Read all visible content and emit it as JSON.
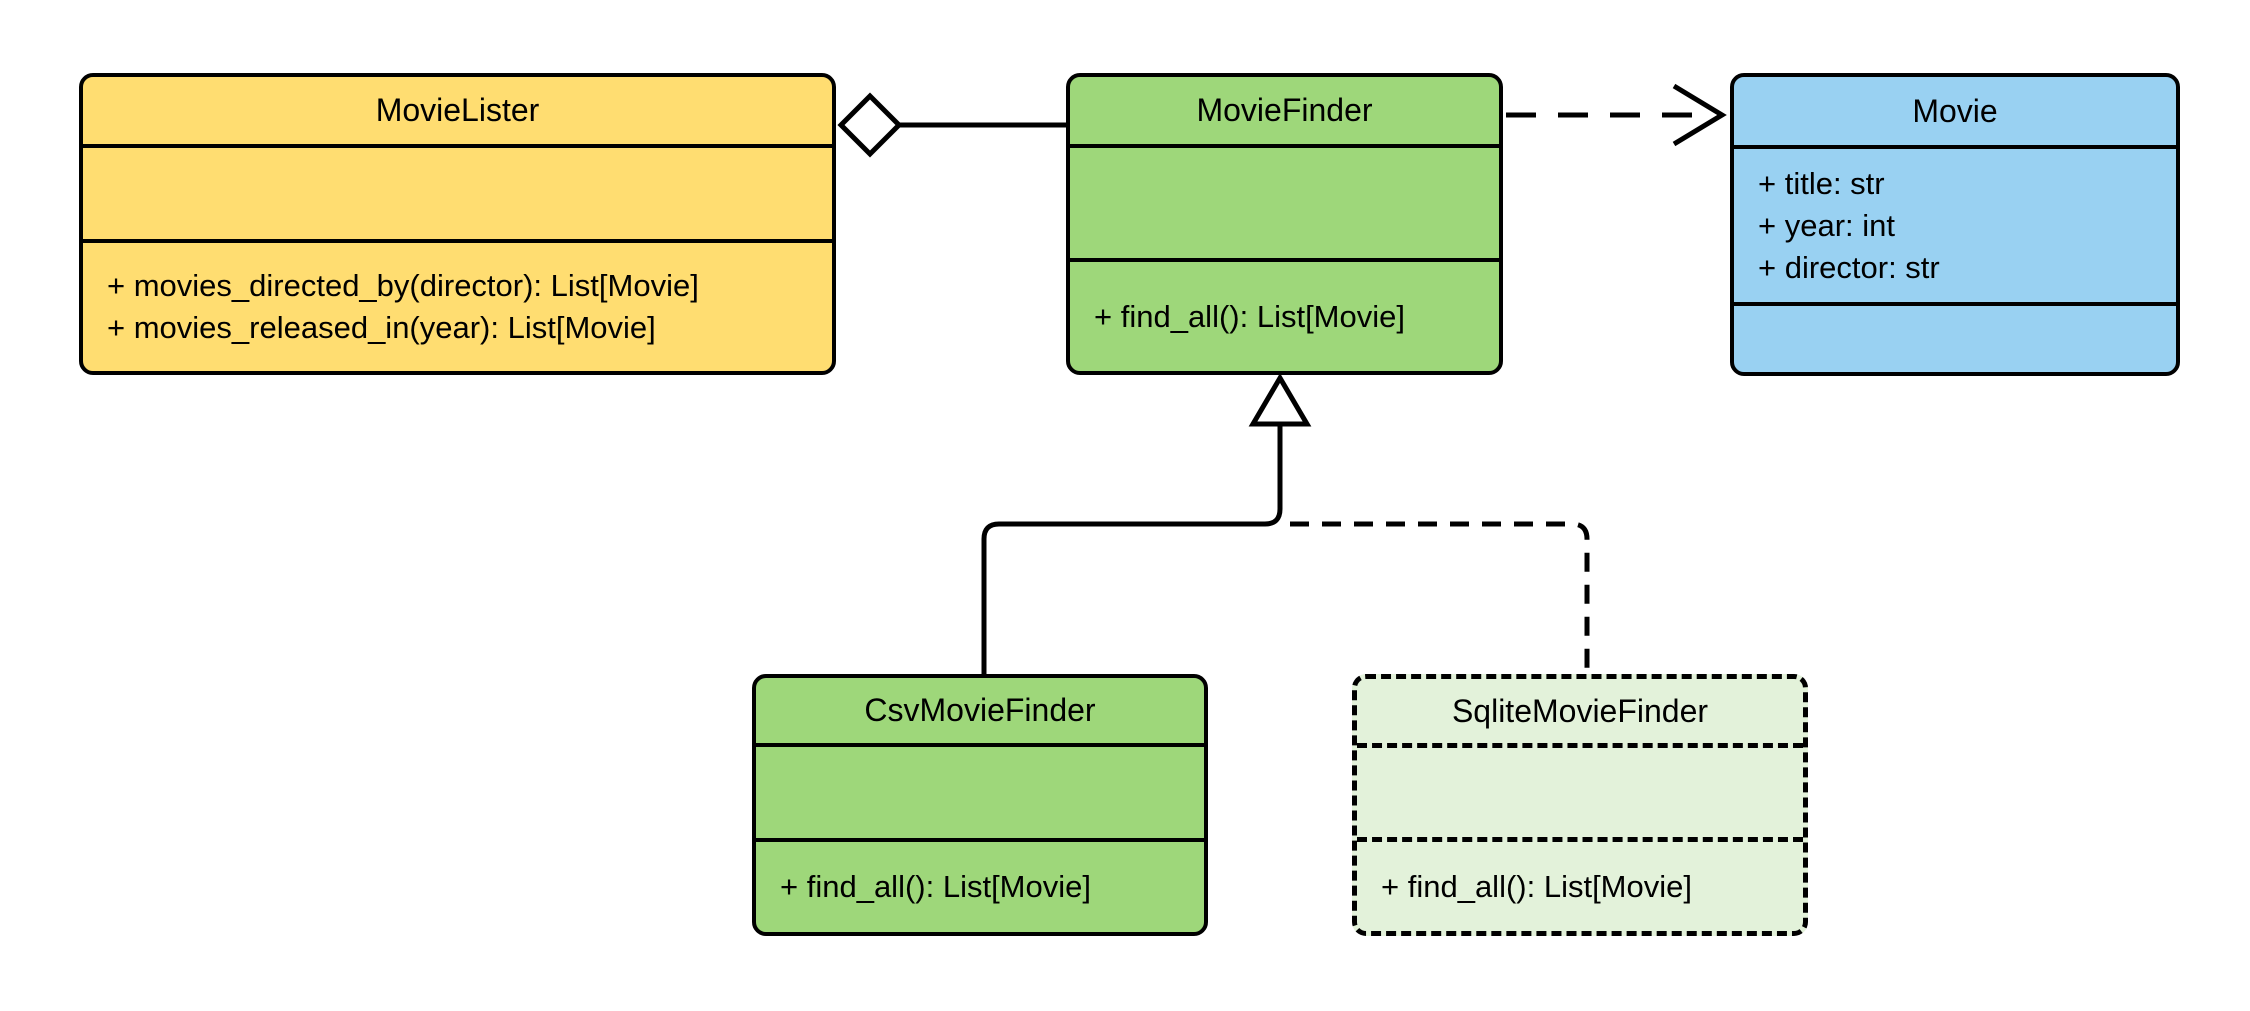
{
  "diagram": {
    "type": "uml-class-diagram",
    "background": "#ffffff",
    "stroke_color": "#000000",
    "text_color": "#000000",
    "classes": {
      "movie_lister": {
        "name": "MovieLister",
        "fill": "#FFDD71",
        "border": "solid",
        "attributes": [],
        "methods": [
          "+ movies_directed_by(director): List[Movie]",
          "+ movies_released_in(year): List[Movie]"
        ]
      },
      "movie_finder": {
        "name": "MovieFinder",
        "fill": "#9ED77A",
        "border": "solid",
        "attributes": [],
        "methods": [
          "+ find_all(): List[Movie]"
        ]
      },
      "movie": {
        "name": "Movie",
        "fill": "#99D1F2",
        "border": "solid",
        "attributes": [
          "+ title: str",
          "+ year: int",
          "+ director: str"
        ],
        "methods": []
      },
      "csv_movie_finder": {
        "name": "CsvMovieFinder",
        "fill": "#9ED77A",
        "border": "solid",
        "attributes": [],
        "methods": [
          "+ find_all(): List[Movie]"
        ]
      },
      "sqlite_movie_finder": {
        "name": "SqliteMovieFinder",
        "fill": "#E3F2DA",
        "border": "dashed",
        "attributes": [],
        "methods": [
          "+ find_all(): List[Movie]"
        ]
      }
    },
    "relationships": [
      {
        "type": "aggregation",
        "owner": "MovieLister",
        "part": "MovieFinder",
        "line": "solid",
        "marker": "hollow-diamond"
      },
      {
        "type": "dependency",
        "from": "MovieFinder",
        "to": "Movie",
        "line": "dashed",
        "marker": "open-arrow"
      },
      {
        "type": "generalization",
        "child": "CsvMovieFinder",
        "parent": "MovieFinder",
        "line": "solid",
        "marker": "hollow-triangle"
      },
      {
        "type": "realization",
        "child": "SqliteMovieFinder",
        "parent": "MovieFinder",
        "line": "dashed",
        "marker": "hollow-triangle"
      }
    ]
  }
}
